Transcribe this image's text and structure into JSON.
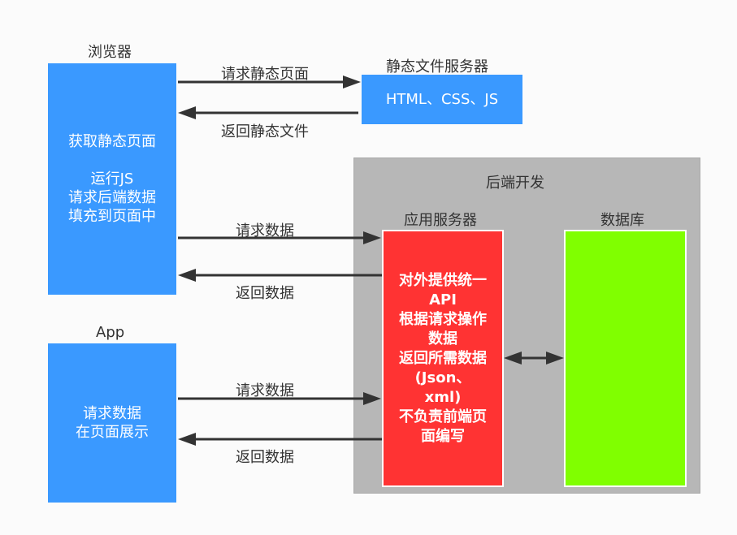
{
  "browser": {
    "title": "浏览器",
    "lines": [
      "获取静态页面",
      "",
      "运行JS",
      "请求后端数据",
      "填充到页面中"
    ]
  },
  "static_server": {
    "title": "静态文件服务器",
    "content": "HTML、CSS、JS"
  },
  "arrows": {
    "request_static": "请求静态页面",
    "return_static": "返回静态文件",
    "browser_request": "请求数据",
    "browser_return": "返回数据",
    "app_request": "请求数据",
    "app_return": "返回数据"
  },
  "app": {
    "title": "App",
    "lines": [
      "请求数据",
      "在页面展示"
    ]
  },
  "backend": {
    "title": "后端开发",
    "app_server_title": "应用服务器",
    "app_server_lines": [
      "对外提供统一",
      "API",
      "根据请求操作",
      "数据",
      "返回所需数据",
      "(Json、",
      "xml)",
      "不负责前端页",
      "面编写"
    ],
    "database_title": "数据库"
  },
  "colors": {
    "blue": "#3a99ff",
    "red": "#ff3333",
    "green": "#80ff00",
    "gray": "#b7b7b7",
    "arrow": "#333333"
  }
}
